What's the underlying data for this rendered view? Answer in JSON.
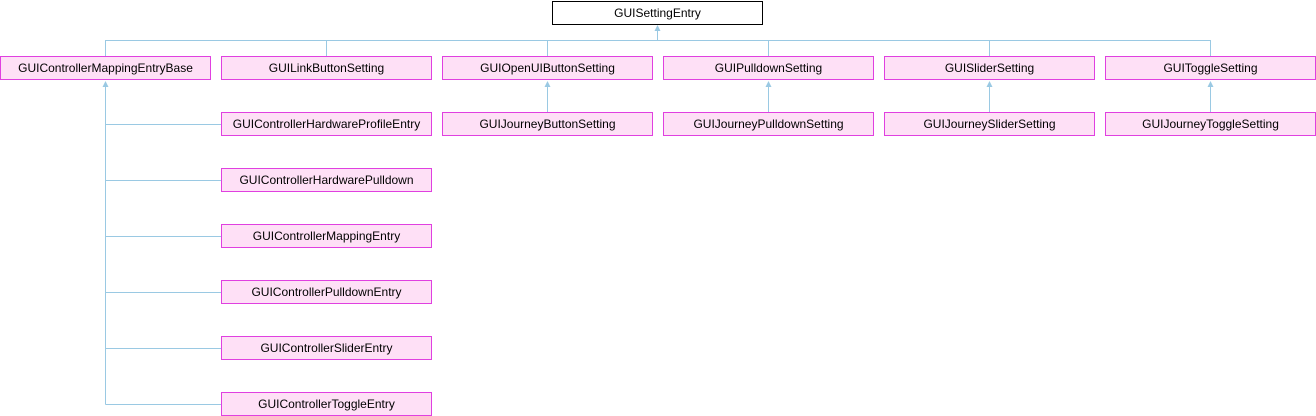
{
  "diagram": {
    "root": {
      "id": "GUISettingEntry",
      "label": "GUISettingEntry"
    },
    "nodes": [
      {
        "id": "GUIControllerMappingEntryBase",
        "label": "GUIControllerMappingEntryBase",
        "parent": "GUISettingEntry"
      },
      {
        "id": "GUILinkButtonSetting",
        "label": "GUILinkButtonSetting",
        "parent": "GUISettingEntry"
      },
      {
        "id": "GUIOpenUIButtonSetting",
        "label": "GUIOpenUIButtonSetting",
        "parent": "GUISettingEntry"
      },
      {
        "id": "GUIPulldownSetting",
        "label": "GUIPulldownSetting",
        "parent": "GUISettingEntry"
      },
      {
        "id": "GUISliderSetting",
        "label": "GUISliderSetting",
        "parent": "GUISettingEntry"
      },
      {
        "id": "GUIToggleSetting",
        "label": "GUIToggleSetting",
        "parent": "GUISettingEntry"
      },
      {
        "id": "GUIJourneyButtonSetting",
        "label": "GUIJourneyButtonSetting",
        "parent": "GUIOpenUIButtonSetting"
      },
      {
        "id": "GUIJourneyPulldownSetting",
        "label": "GUIJourneyPulldownSetting",
        "parent": "GUIPulldownSetting"
      },
      {
        "id": "GUIJourneySliderSetting",
        "label": "GUIJourneySliderSetting",
        "parent": "GUISliderSetting"
      },
      {
        "id": "GUIJourneyToggleSetting",
        "label": "GUIJourneyToggleSetting",
        "parent": "GUIToggleSetting"
      },
      {
        "id": "GUIControllerHardwareProfileEntry",
        "label": "GUIControllerHardwareProfileEntry",
        "parent": "GUIControllerMappingEntryBase"
      },
      {
        "id": "GUIControllerHardwarePulldown",
        "label": "GUIControllerHardwarePulldown",
        "parent": "GUIControllerMappingEntryBase"
      },
      {
        "id": "GUIControllerMappingEntry",
        "label": "GUIControllerMappingEntry",
        "parent": "GUIControllerMappingEntryBase"
      },
      {
        "id": "GUIControllerPulldownEntry",
        "label": "GUIControllerPulldownEntry",
        "parent": "GUIControllerMappingEntryBase"
      },
      {
        "id": "GUIControllerSliderEntry",
        "label": "GUIControllerSliderEntry",
        "parent": "GUIControllerMappingEntryBase"
      },
      {
        "id": "GUIControllerToggleEntry",
        "label": "GUIControllerToggleEntry",
        "parent": "GUIControllerMappingEntryBase"
      }
    ],
    "colors": {
      "node_fill": "#fee0f6",
      "node_border": "#e040e0",
      "root_fill": "#ffffff",
      "root_border": "#000000",
      "edge": "#9ac9e3"
    }
  }
}
